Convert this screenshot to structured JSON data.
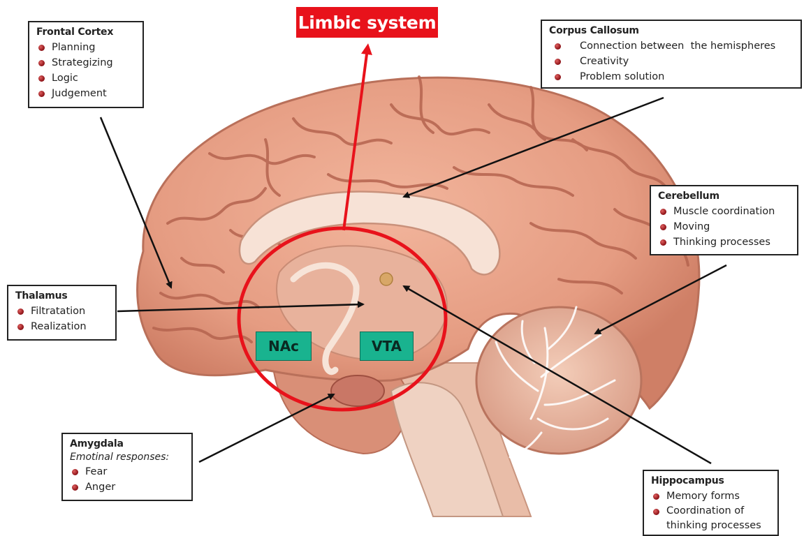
{
  "colors": {
    "accent_red": "#e8121b",
    "tag_green": "#19b38f",
    "brain_pink": "#e7a089"
  },
  "banner": {
    "label": "Limbic system"
  },
  "frontal_cortex": {
    "title": "Frontal Cortex",
    "items": [
      "Planning",
      "Strategizing",
      "Logic",
      "Judgement"
    ]
  },
  "corpus_callosum": {
    "title": "Corpus Callosum",
    "items": [
      "Connection between  the hemispheres",
      "Creativity",
      "Problem solution"
    ]
  },
  "cerebellum": {
    "title": "Cerebellum",
    "items": [
      "Muscle coordination",
      "Moving",
      "Thinking processes"
    ]
  },
  "thalamus": {
    "title": "Thalamus",
    "items": [
      "Filtratation",
      "Realization"
    ]
  },
  "amygdala": {
    "title": "Amygdala",
    "subtitle": "Emotinal responses:",
    "items": [
      "Fear",
      "Anger"
    ]
  },
  "hippocampus": {
    "title": "Hippocampus",
    "items": [
      "Memory forms",
      "Coordination of thinking processes"
    ]
  },
  "tags": {
    "nac": "NAc",
    "vta": "VTA"
  }
}
